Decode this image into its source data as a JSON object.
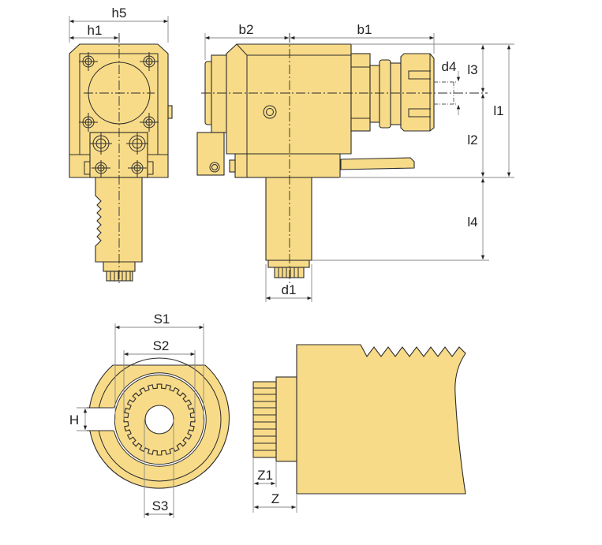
{
  "front_view": {
    "h5": "h5",
    "h1": "h1"
  },
  "side_view": {
    "b2": "b2",
    "b1": "b1",
    "d4": "d4",
    "l3": "l3",
    "l1": "l1",
    "l2": "l2",
    "l4": "l4",
    "d1": "d1"
  },
  "end_view": {
    "S1": "S1",
    "S2": "S2",
    "S3": "S3",
    "H": "H"
  },
  "shank_detail": {
    "Z1": "Z1",
    "Z": "Z"
  },
  "colors": {
    "body": "#F8DB88",
    "outline": "#2b2b2b",
    "dimension": "#8a8a8a"
  }
}
